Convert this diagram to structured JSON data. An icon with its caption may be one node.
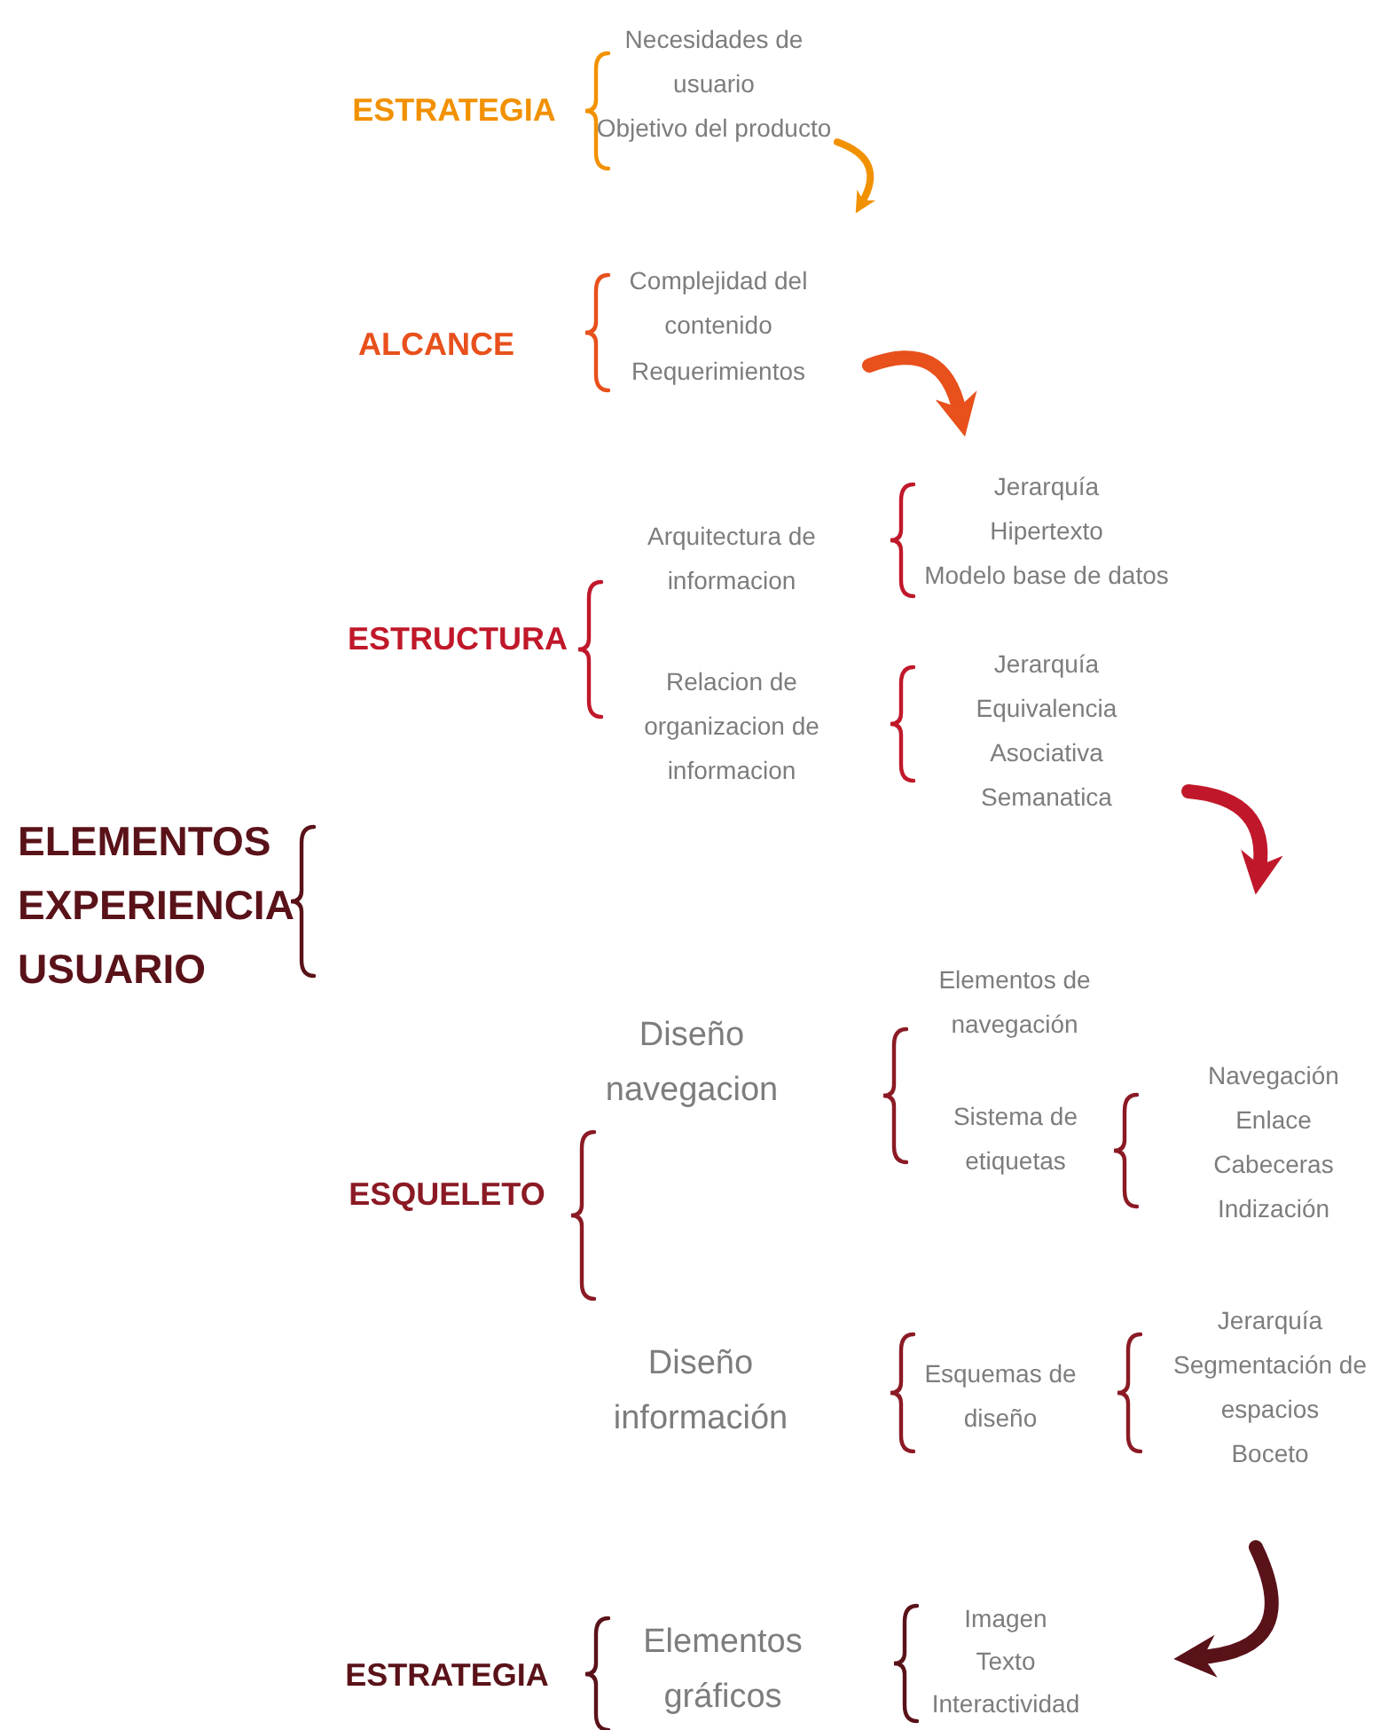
{
  "diagram": {
    "labels": [
      "ESTRATEGIA",
      "Necesidades de usuario",
      "Objetivo del producto",
      "ALCANCE",
      "Complejidad del contenido",
      "Requerimientos",
      "ESTRUCTURA",
      "Arquitectura de informacion",
      "Jerarquía",
      "Hipertexto",
      "Modelo base de datos",
      "Relacion de organizacion de informacion",
      "Jerarquía",
      "Equivalencia",
      "Asociativa",
      "Semanatica",
      "ELEMENTOS EXPERIENCIA USUARIO",
      "ESQUELETO",
      "Diseño navegacion",
      "Elementos de navegación",
      "Sistema de etiquetas",
      "Navegación",
      "Enlace",
      "Cabeceras",
      "Indización",
      "Diseño información",
      "Esquemas de diseño",
      "Jerarquía",
      "Segmentación de espacios",
      "Boceto",
      "ESTRATEGIA",
      "Elementos gráficos",
      "Imagen",
      "Texto",
      "Interactividad"
    ]
  }
}
